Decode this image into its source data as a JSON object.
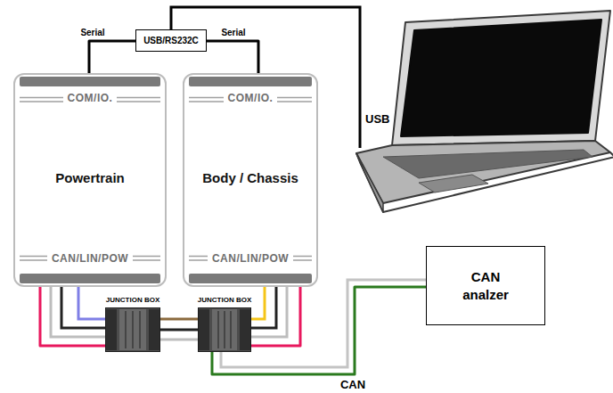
{
  "diagram": {
    "nodes": [
      {
        "text": [
          "USB/RS232C"
        ]
      },
      {
        "text": [
          "COM/IO.",
          "Powertrain",
          "CAN/LIN/POW"
        ]
      },
      {
        "text": [
          "COM/IO.",
          "Body / Chassis",
          "CAN/LIN/POW"
        ]
      },
      {
        "text": [
          "JUNCTION BOX"
        ]
      },
      {
        "text": [
          "JUNCTION BOX"
        ]
      },
      {
        "text": [
          "CAN analzer"
        ]
      }
    ],
    "edges": [
      {
        "from": 0,
        "to": 1,
        "arrow": "none",
        "label": "Serial"
      },
      {
        "from": 0,
        "to": 2,
        "arrow": "none",
        "label": "Serial"
      },
      {
        "from": 1,
        "to": 3,
        "arrow": "none"
      },
      {
        "from": 2,
        "to": 4,
        "arrow": "none"
      },
      {
        "from": 3,
        "to": 4,
        "arrow": "none"
      },
      {
        "from": 4,
        "to": 5,
        "arrow": "none",
        "label": "CAN"
      }
    ],
    "labels": [
      "USB"
    ]
  }
}
